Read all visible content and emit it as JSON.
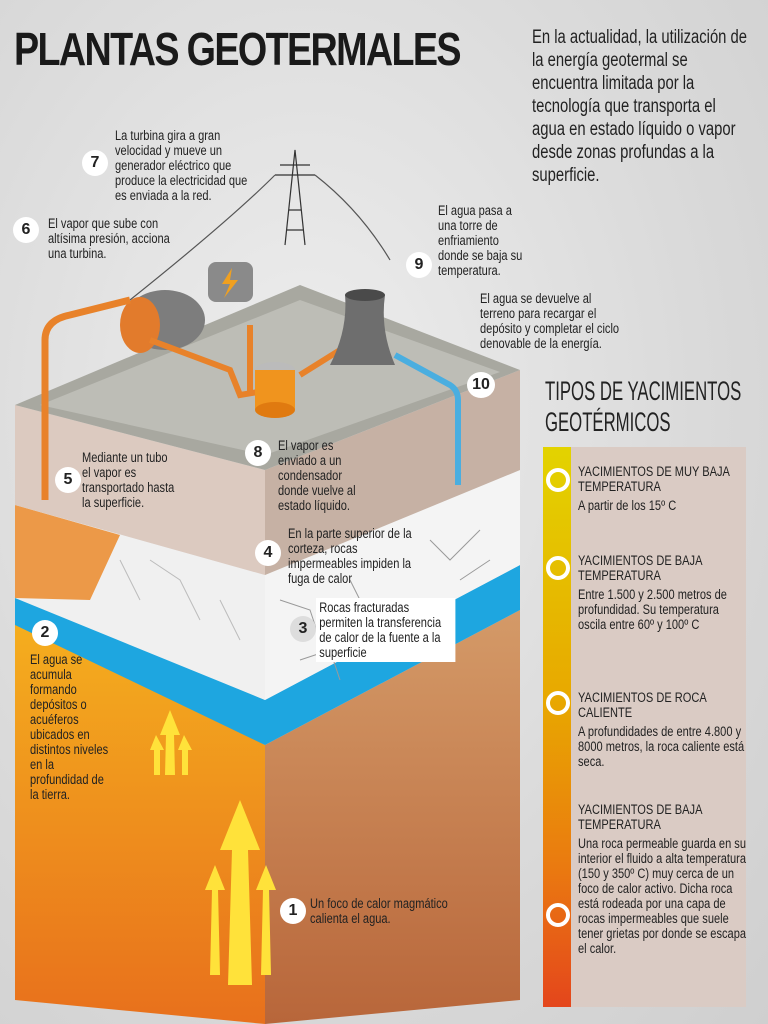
{
  "title": "PLANTAS GEOTERMALES",
  "intro": "En la actualidad, la utilización de la energía geotermal se encuentra limitada por la tecnología que transporta el agua en estado líquido o vapor desde zonas profundas a la superficie.",
  "steps": [
    {
      "n": "1",
      "text": "Un foco de calor magmático calienta el agua."
    },
    {
      "n": "2",
      "text": "El agua se acumula formando depósitos o acuéferos ubicados en distintos niveles en la profundidad de la tierra."
    },
    {
      "n": "3",
      "text": "Rocas fracturadas permiten la transferencia de calor de la fuente a la superficie"
    },
    {
      "n": "4",
      "text": "En la parte superior de la corteza, rocas impermeables impiden la fuga de calor"
    },
    {
      "n": "5",
      "text": "Mediante un tubo el vapor es transportado hasta la superficie."
    },
    {
      "n": "6",
      "text": "El vapor que sube con altísima presión, acciona una turbina."
    },
    {
      "n": "7",
      "text": "La turbina gira a gran velocidad y mueve un generador eléctrico que produce la electricidad que es enviada a la red."
    },
    {
      "n": "8",
      "text": "El vapor es enviado a un condensador donde vuelve al estado líquido."
    },
    {
      "n": "9",
      "text": "El agua pasa a una torre de enfriamiento donde se baja su temperatura."
    },
    {
      "n": "10",
      "text": "El agua se devuelve al terreno para recargar el depósito y completar el ciclo denovable de la energía."
    }
  ],
  "panel": {
    "title": "TIPOS DE YACIMIENTOS GEOTÉRMICOS",
    "items": [
      {
        "heading": "Yacimientos de muy baja temperatura",
        "text": "A partir de los 15º C"
      },
      {
        "heading": "Yacimientos de baja temperatura",
        "text": "Entre 1.500 y 2.500 metros de profundidad. Su temperatura oscila entre 60º y 100º C"
      },
      {
        "heading": "Yacimientos de roca caliente",
        "text": "A profundidades de entre 4.800 y 8000 metros, la roca caliente está seca."
      },
      {
        "heading": "Yacimientos de baja temperatura",
        "text": "Una roca permeable guarda en su interior el fluido a alta temperatura (150 y 350º C) muy cerca de un foco de calor activo. Dicha roca está rodeada por una capa de rocas impermeables que suele tener grietas por donde se escapa el calor."
      }
    ]
  },
  "colors": {
    "steam_pipe": "#e8822a",
    "water_pipe": "#4aaee0",
    "aquifer": "#1ea6e0",
    "magma_top": "#f2a21c",
    "magma_bottom": "#e8661c"
  }
}
